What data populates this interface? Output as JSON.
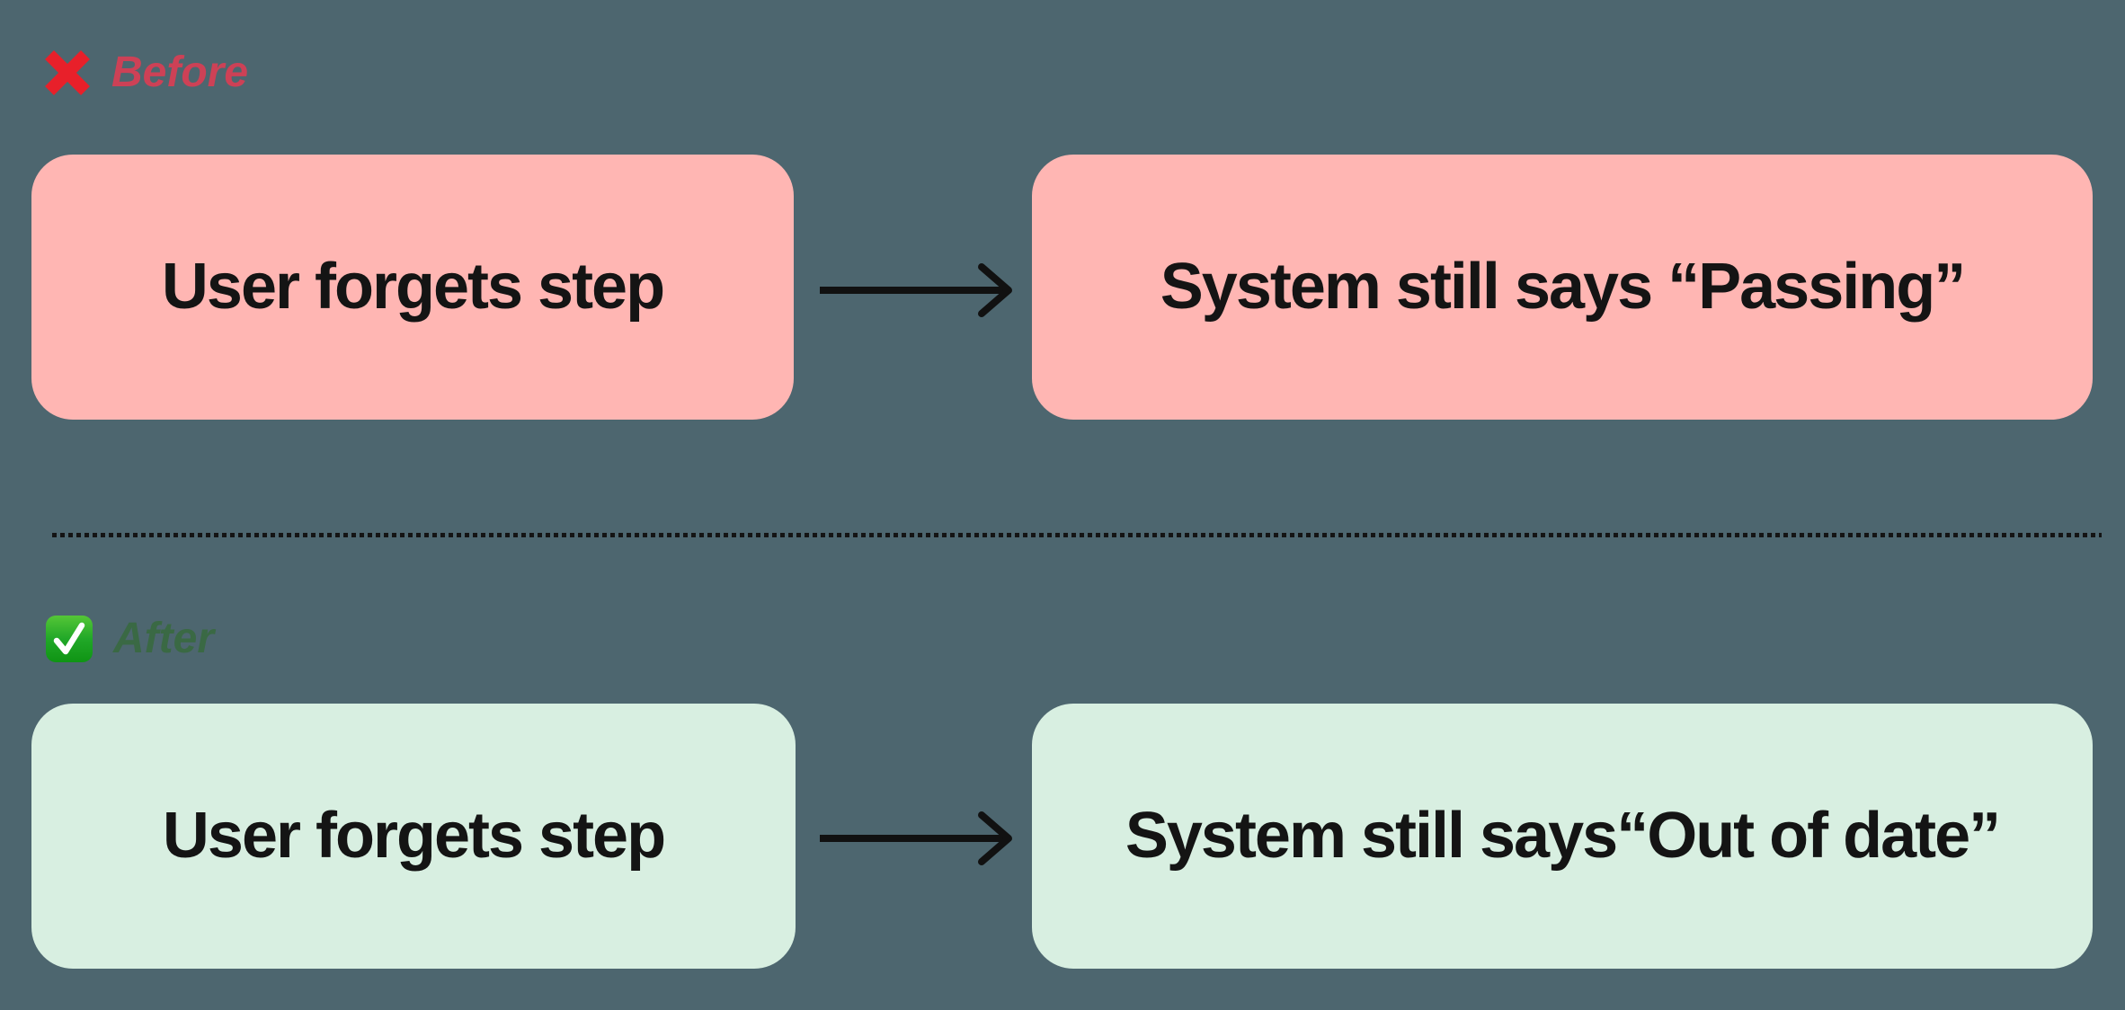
{
  "canvas": {
    "background": "#4d666f"
  },
  "colors": {
    "background": "#4d666f",
    "before_box_fill": "#ffb6b3",
    "after_box_fill": "#d8efe1",
    "before_label_color": "#cd4156",
    "after_label_color": "#3a6944",
    "node_text_color": "#141414",
    "arrow_color": "#111111",
    "divider_color": "#141414",
    "cross_icon_color": "#e8202a",
    "check_icon_color": "#21a828"
  },
  "sections": {
    "before": {
      "label": "Before",
      "icon": "cross-mark-icon",
      "box_fill": "#ffb6b3",
      "nodes": [
        {
          "text": "User forgets step"
        },
        {
          "text": "System still says “Passing”"
        }
      ],
      "connector": "arrow-right"
    },
    "after": {
      "label": "After",
      "icon": "check-mark-icon",
      "box_fill": "#d8efe1",
      "nodes": [
        {
          "text": "User forgets step"
        },
        {
          "text": "System still says“Out of date”"
        }
      ],
      "connector": "arrow-right"
    }
  },
  "divider": {
    "style": "dotted"
  }
}
